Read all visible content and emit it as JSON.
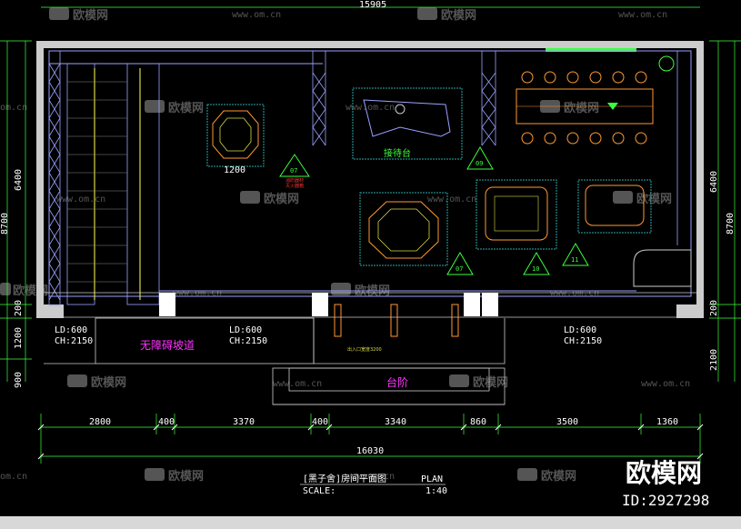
{
  "drawing": {
    "title": "[黑子舍]房间平面图",
    "plan_label": "PLAN",
    "scale_label": "SCALE:",
    "scale_value": "1:40",
    "top_total": "15905",
    "bottom_total": "16030",
    "bottom_dims": [
      "2800",
      "400",
      "3370",
      "400",
      "3340",
      "860",
      "3500",
      "1360"
    ],
    "left_dims": [
      "6400",
      "8700",
      "200",
      "1200",
      "900"
    ],
    "right_dims": [
      "6400",
      "8700",
      "200",
      "2100"
    ]
  },
  "rooms": {
    "reception": "接待台",
    "barrier_free": "无障碍坡道",
    "steps": "台阶",
    "entrance_width": "出入口宽度3200",
    "red_note_1": "消防器材",
    "red_note_2": "灭火器箱"
  },
  "door_notes": [
    {
      "ld": "LD:600",
      "ch": "CH:2150"
    },
    {
      "ld": "LD:600",
      "ch": "CH:2150"
    },
    {
      "ld": "LD:600",
      "ch": "CH:2150"
    }
  ],
  "section_tags": [
    "07",
    "09",
    "07",
    "10",
    "11"
  ],
  "watermark": {
    "brand": "欧模网",
    "url": "www.om.cn",
    "url_short": "om.cn",
    "id": "ID:2927298"
  },
  "colors": {
    "background": "#000000",
    "wall": "#cccccc",
    "structure": "#9aa0ff",
    "dimension": "#3cff3c",
    "furniture": "#ff9933",
    "annotation": "#d9d94a",
    "accent_red": "#ff3333",
    "accent_magenta": "#ff33ff",
    "hatch": "#2aa8a8"
  }
}
